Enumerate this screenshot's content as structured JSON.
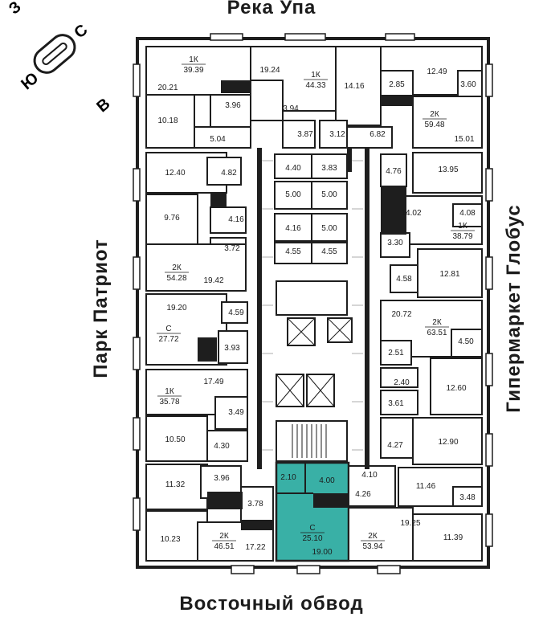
{
  "compass": {
    "north": "С",
    "south": "Ю",
    "west": "З",
    "east": "В"
  },
  "surroundings": {
    "north": "Река Упа",
    "south": "Восточный обвод",
    "west": "Парк Патриот",
    "east": "Гипермаркет Глобус"
  },
  "selected_apartment": {
    "type": "С",
    "area": "25.10"
  },
  "accent_color": "#39b0a6",
  "apartments": [
    {
      "type": "1К",
      "area": "39.39"
    },
    {
      "type": "1К",
      "area": "44.33"
    },
    {
      "type": "2К",
      "area": "59.48"
    },
    {
      "type": "2К",
      "area": "54.28"
    },
    {
      "type": "1К",
      "area": "38.79"
    },
    {
      "type": "С",
      "area": "27.72"
    },
    {
      "type": "2К",
      "area": "63.51"
    },
    {
      "type": "1К",
      "area": "35.78"
    },
    {
      "type": "2К",
      "area": "46.51"
    },
    {
      "type": "С",
      "area": "25.10"
    },
    {
      "type": "2К",
      "area": "53.94"
    }
  ],
  "rooms": [
    "20.21",
    "10.18",
    "3.96",
    "5.04",
    "19.24",
    "3.94",
    "14.16",
    "2.85",
    "12.49",
    "3.60",
    "15.01",
    "6.82",
    "3.87",
    "3.12",
    "4.40",
    "3.83",
    "5.00",
    "5.00",
    "4.16",
    "5.00",
    "4.55",
    "4.55",
    "12.40",
    "4.82",
    "9.76",
    "4.16",
    "3.72",
    "19.42",
    "4.76",
    "13.95",
    "14.02",
    "4.08",
    "3.30",
    "4.58",
    "12.81",
    "19.20",
    "4.59",
    "3.93",
    "20.72",
    "4.50",
    "2.51",
    "2.40",
    "12.60",
    "3.61",
    "17.49",
    "3.49",
    "10.50",
    "4.30",
    "4.27",
    "12.90",
    "11.32",
    "3.96",
    "2.10",
    "4.00",
    "4.10",
    "4.26",
    "11.46",
    "3.48",
    "3.78",
    "10.23",
    "17.22",
    "19.00",
    "19.25",
    "11.39"
  ]
}
